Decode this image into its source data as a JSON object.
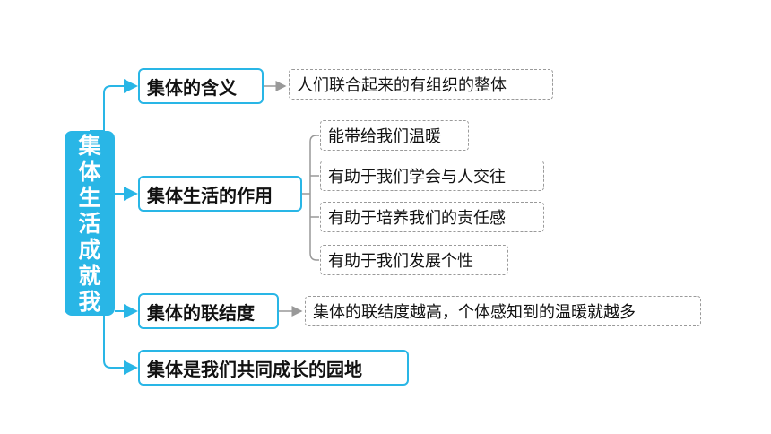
{
  "root": {
    "label": "集体生活成就我"
  },
  "branches": [
    {
      "label": "集体的含义",
      "details": [
        "人们联合起来的有组织的整体"
      ]
    },
    {
      "label": "集体生活的作用",
      "details": [
        "能带给我们温暖",
        "有助于我们学会与人交往",
        "有助于培养我们的责任感",
        "有助于我们发展个性"
      ]
    },
    {
      "label": "集体的联结度",
      "details": [
        "集体的联结度越高，个体感知到的温暖就越多"
      ]
    },
    {
      "label": "集体是我们共同成长的园地",
      "details": []
    }
  ],
  "colors": {
    "accent": "#29b6e6",
    "dashed_border": "#9a9a9a",
    "arrow": "#999999"
  }
}
